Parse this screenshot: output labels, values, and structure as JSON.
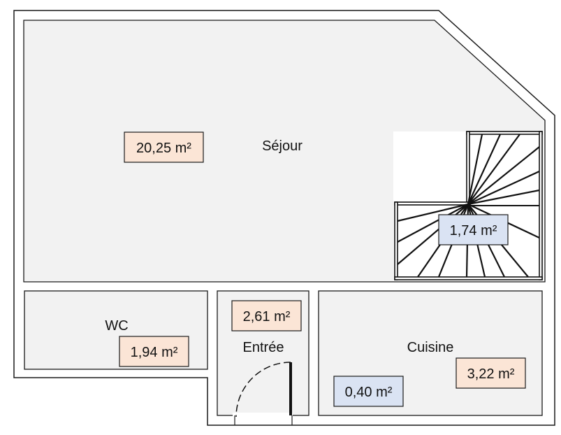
{
  "rooms": {
    "sejour": {
      "name": "Séjour",
      "area": "20,25 m²"
    },
    "stairs": {
      "area": "1,74 m²"
    },
    "wc": {
      "name": "WC",
      "area": "1,94 m²"
    },
    "entree": {
      "name": "Entrée",
      "area": "2,61 m²"
    },
    "cuisine": {
      "name": "Cuisine",
      "area": "3,22 m²",
      "extra_area": "0,40 m²"
    }
  },
  "colors": {
    "room_fill": "#f2f2f2",
    "wall_stroke": "#1a1a1a",
    "area_label_warm": "#fbe5d6",
    "area_label_cool": "#dae3f3"
  }
}
